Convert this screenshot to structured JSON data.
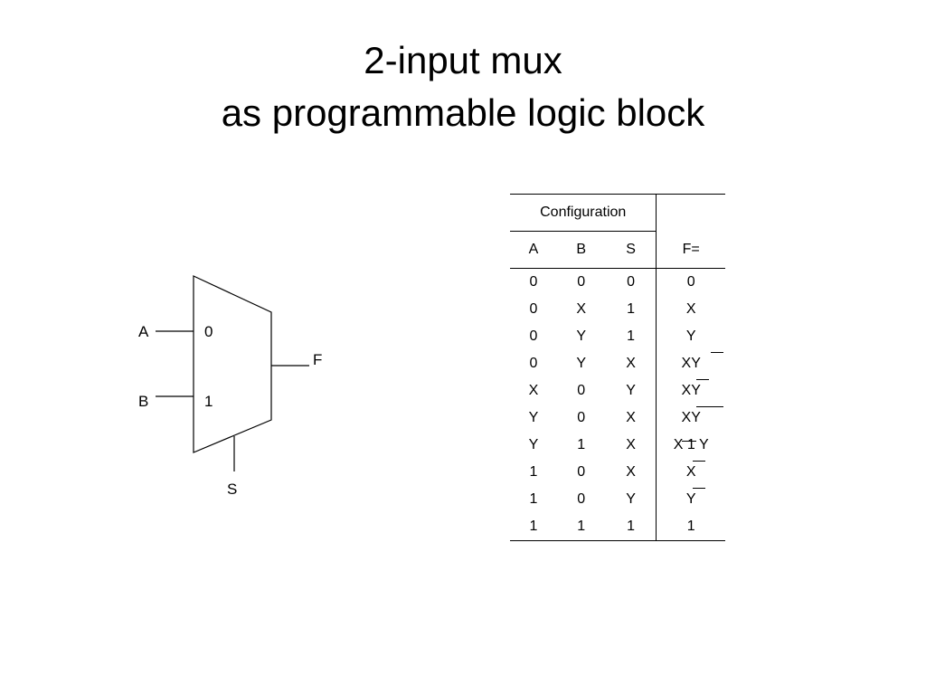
{
  "title": {
    "line1": "2-input mux",
    "line2": "as programmable logic block"
  },
  "mux": {
    "input_a_label": "A",
    "input_b_label": "B",
    "select_label": "S",
    "output_label": "F",
    "port0_label": "0",
    "port1_label": "1"
  },
  "table": {
    "group_header": "Configuration",
    "columns": [
      "A",
      "B",
      "S",
      "F="
    ],
    "rows": [
      [
        "0",
        "0",
        "0",
        "0"
      ],
      [
        "0",
        "X",
        "1",
        "X"
      ],
      [
        "0",
        "Y",
        "1",
        "Y"
      ],
      [
        "0",
        "Y",
        "X",
        "XY"
      ],
      [
        "X",
        "0",
        "Y",
        "XY"
      ],
      [
        "Y",
        "0",
        "X",
        "XY"
      ],
      [
        "Y",
        "1",
        "X",
        "X 1 Y"
      ],
      [
        "1",
        "0",
        "X",
        "X"
      ],
      [
        "1",
        "0",
        "Y",
        "Y"
      ],
      [
        "1",
        "1",
        "1",
        "1"
      ]
    ]
  }
}
